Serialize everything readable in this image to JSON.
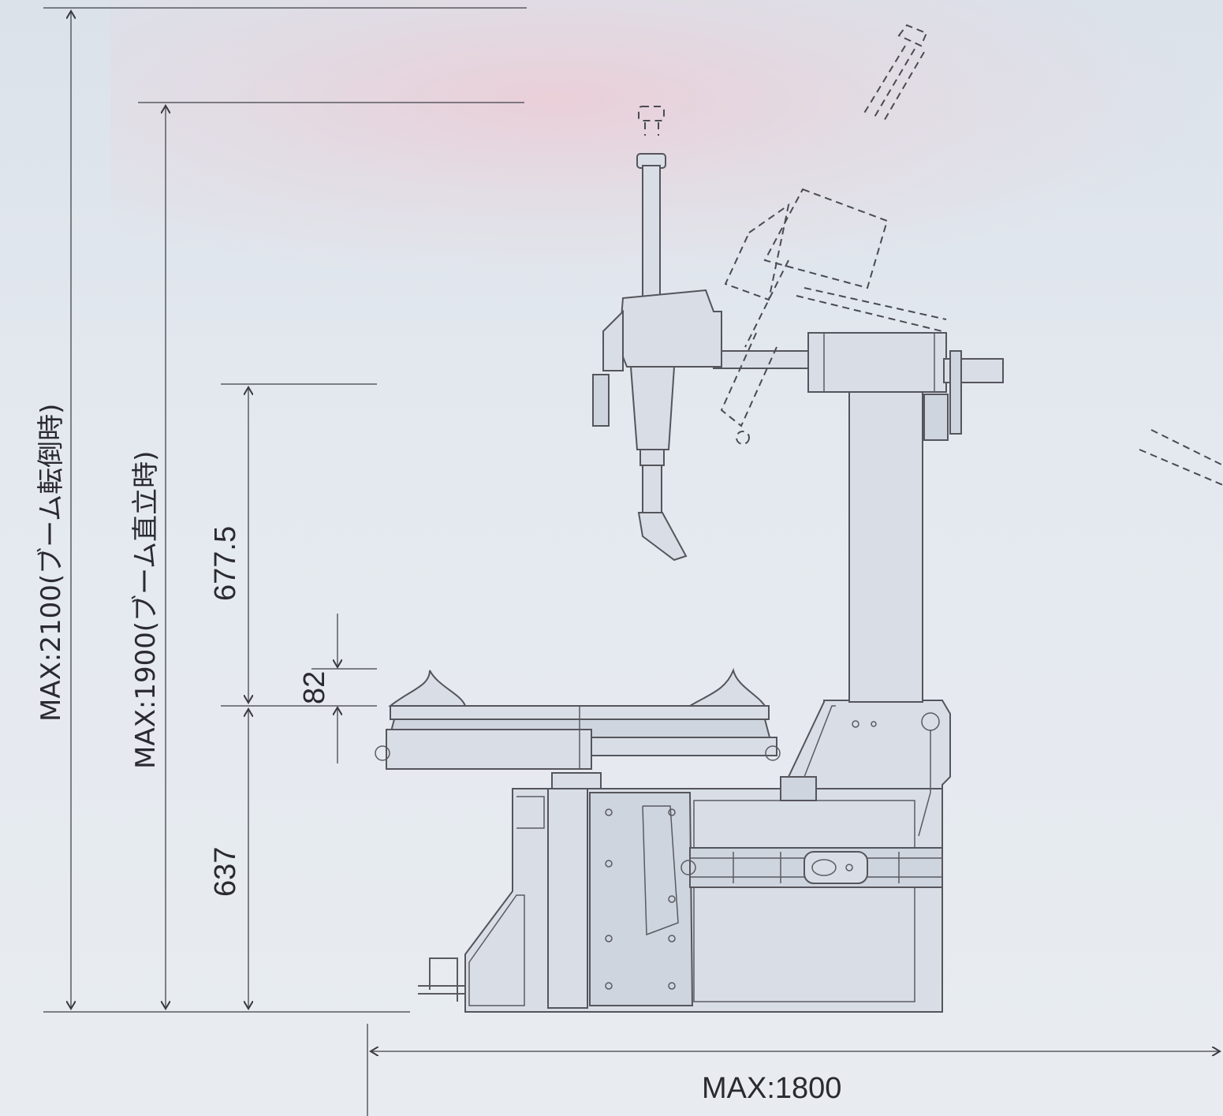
{
  "dimensions": {
    "max_boom_tilted": "MAX:2100(ブーム転倒時)",
    "max_boom_upright": "MAX:1900(ブーム直立時)",
    "upper_height": "677.5",
    "table_thickness": "82",
    "base_height": "637",
    "max_width": "MAX:1800"
  },
  "colors": {
    "line": "#5a5a62",
    "text": "#2a2a30",
    "background": "#e4e9ef"
  }
}
